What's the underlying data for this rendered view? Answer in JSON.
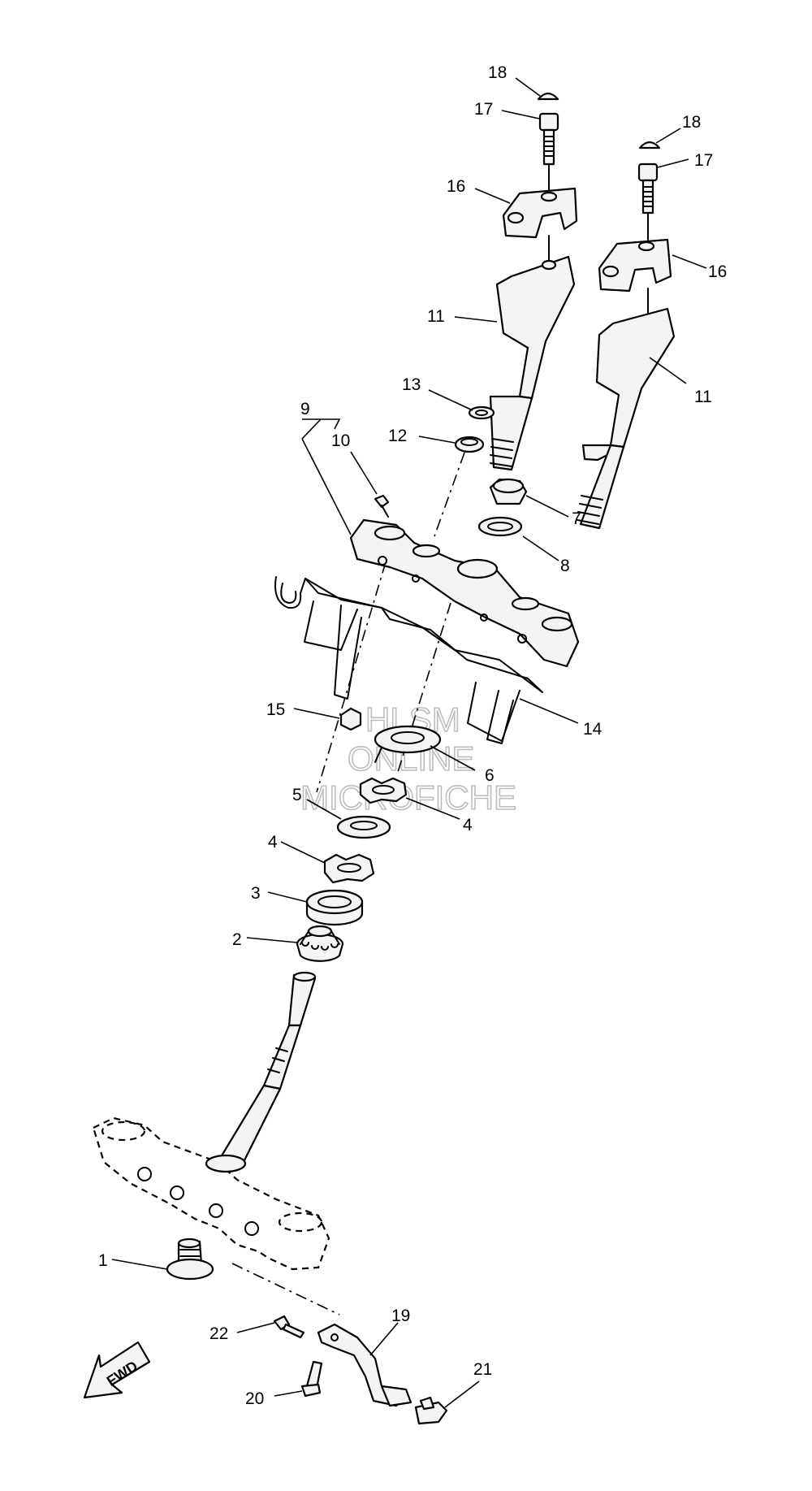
{
  "watermark": {
    "line1": "HLSM",
    "line2": "ONLINE",
    "line3": "MICROFICHE"
  },
  "fwd_label": "FWD",
  "callouts": {
    "c1": "1",
    "c2": "2",
    "c3": "3",
    "c4a": "4",
    "c4b": "4",
    "c5": "5",
    "c6": "6",
    "c7": "7",
    "c8": "8",
    "c9": "9",
    "c10": "10",
    "c11a": "11",
    "c11b": "11",
    "c12": "12",
    "c13": "13",
    "c14": "14",
    "c15": "15",
    "c16a": "16",
    "c16b": "16",
    "c17a": "17",
    "c17b": "17",
    "c18a": "18",
    "c18b": "18",
    "c19": "19",
    "c20": "20",
    "c21": "21",
    "c22": "22"
  }
}
